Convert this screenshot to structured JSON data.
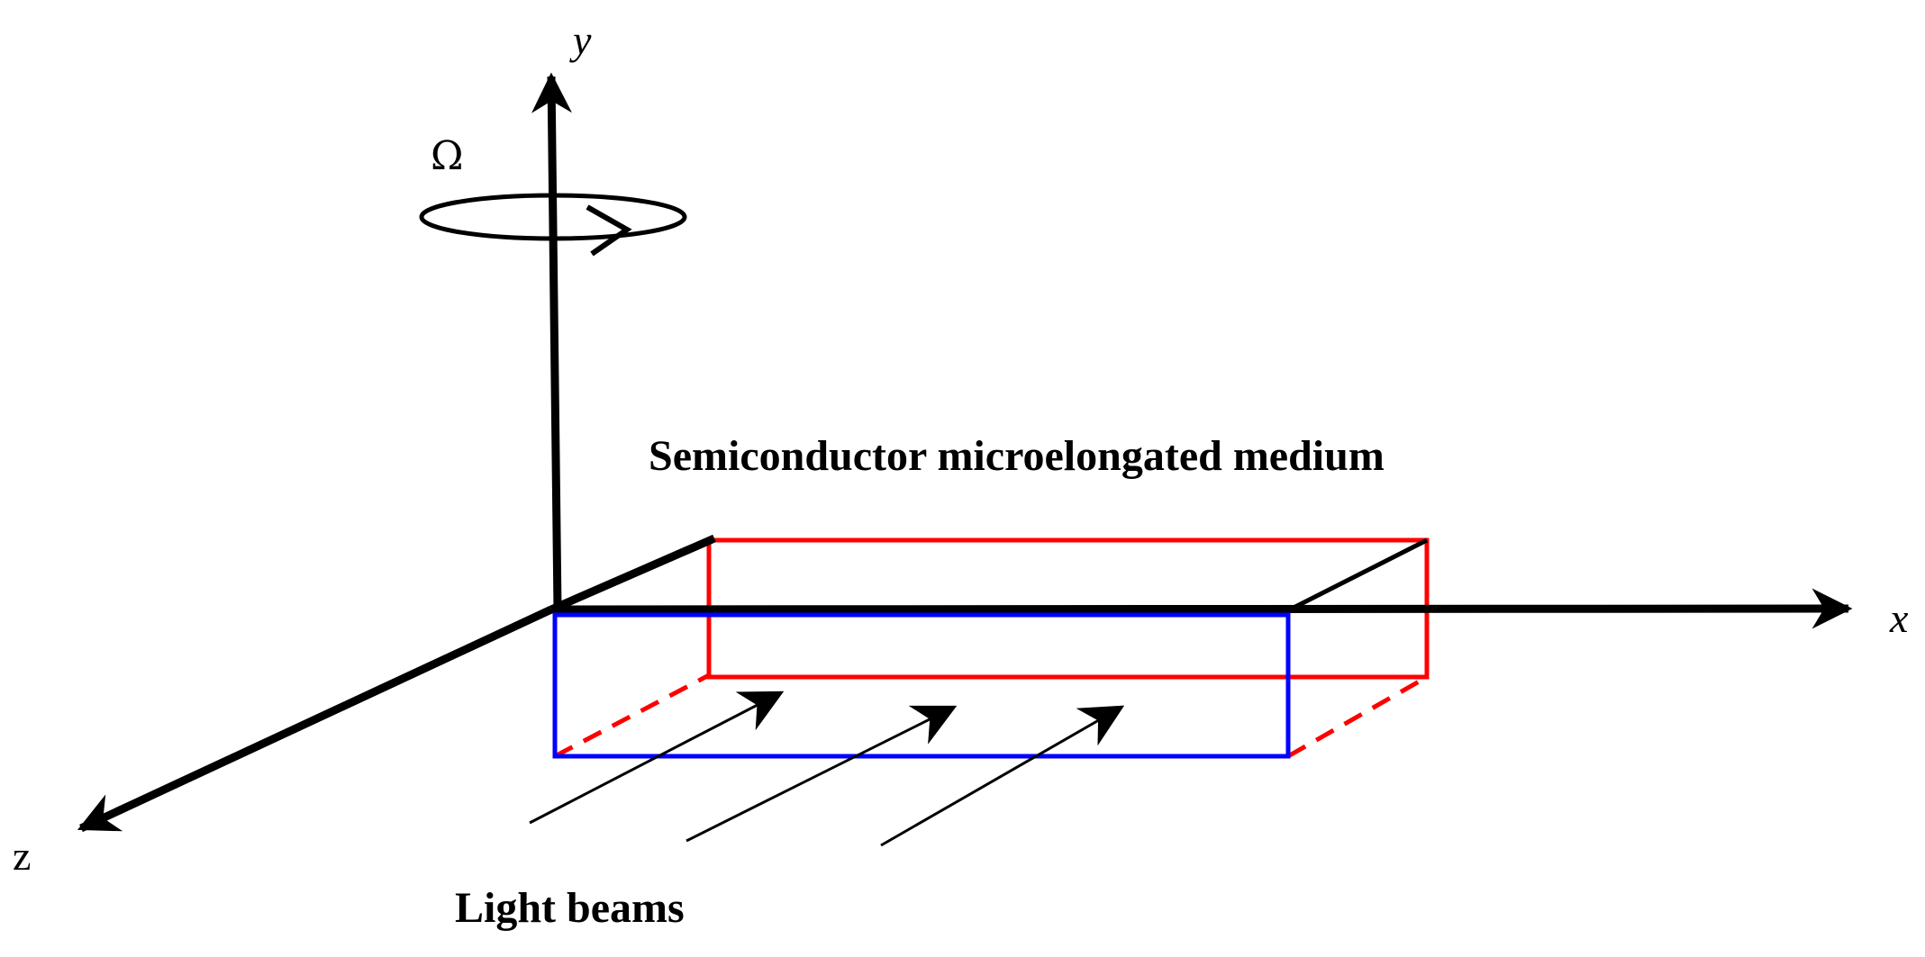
{
  "labels": {
    "y_axis": "y",
    "x_axis": "x",
    "z_axis": "z",
    "rotation": "Ω",
    "medium": "Semiconductor microelongated medium",
    "beams": "Light beams"
  },
  "colors": {
    "axis": "#000000",
    "back_face": "#ff0000",
    "front_face": "#0000ff",
    "edges": "#ff0000",
    "beam": "#000000"
  }
}
